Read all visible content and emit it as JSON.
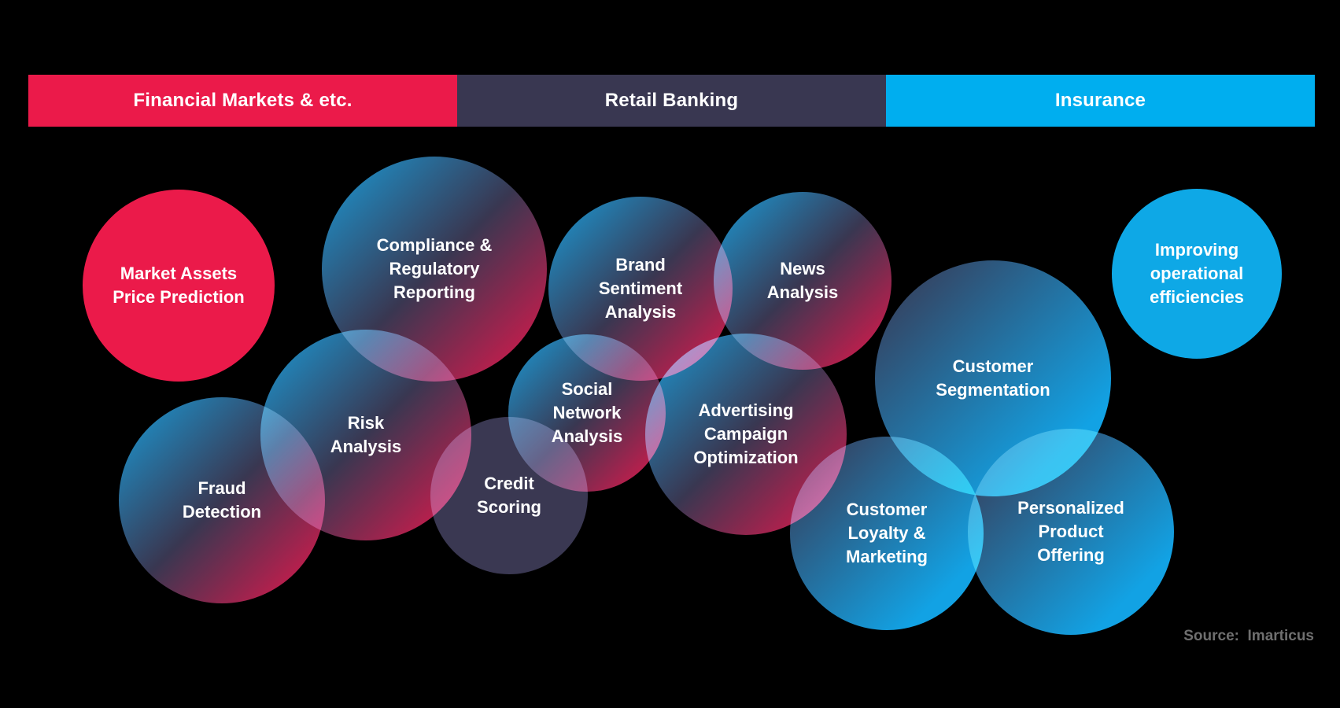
{
  "legend_bar": {
    "segments": [
      {
        "label": "Financial Markets & etc.",
        "color": "#EB1A4A"
      },
      {
        "label": "Retail Banking",
        "color": "#393751"
      },
      {
        "label": "Insurance",
        "color": "#00AEEF"
      }
    ]
  },
  "bubbles": [
    {
      "label": "Market Assets\nPrice Prediction",
      "fill": "red"
    },
    {
      "label": "Compliance &\nRegulatory\nReporting",
      "fill": "blue-red-gradient"
    },
    {
      "label": "Brand\nSentiment\nAnalysis",
      "fill": "blue-red-gradient"
    },
    {
      "label": "News\nAnalysis",
      "fill": "blue-red-gradient"
    },
    {
      "label": "Improving\noperational\nefficiencies",
      "fill": "cyan"
    },
    {
      "label": "Risk\nAnalysis",
      "fill": "blue-red-gradient"
    },
    {
      "label": "Fraud\nDetection",
      "fill": "blue-red-gradient"
    },
    {
      "label": "Social\nNetwork\nAnalysis",
      "fill": "blue-red-gradient"
    },
    {
      "label": "Advertising\nCampaign\nOptimization",
      "fill": "blue-red-gradient"
    },
    {
      "label": "Credit\nScoring",
      "fill": "navy"
    },
    {
      "label": "Customer\nSegmentation",
      "fill": "navy-blue-gradient"
    },
    {
      "label": "Customer\nLoyalty &\nMarketing",
      "fill": "navy-blue-gradient"
    },
    {
      "label": "Personalized\nProduct\nOffering",
      "fill": "navy-blue-gradient"
    }
  ],
  "source": {
    "text": "Source:  Imarticus"
  },
  "colors": {
    "background": "#000000",
    "red": "#EB1A4A",
    "navy": "#393751",
    "cyan_bar": "#00AEEF",
    "cyan_bubble": "#0EA8E6",
    "gradient_blue": "#1A9CD8",
    "gradient_bright_blue": "#12A2E4",
    "text": "#FFFFFF",
    "source_text": "#6F6F6F"
  }
}
